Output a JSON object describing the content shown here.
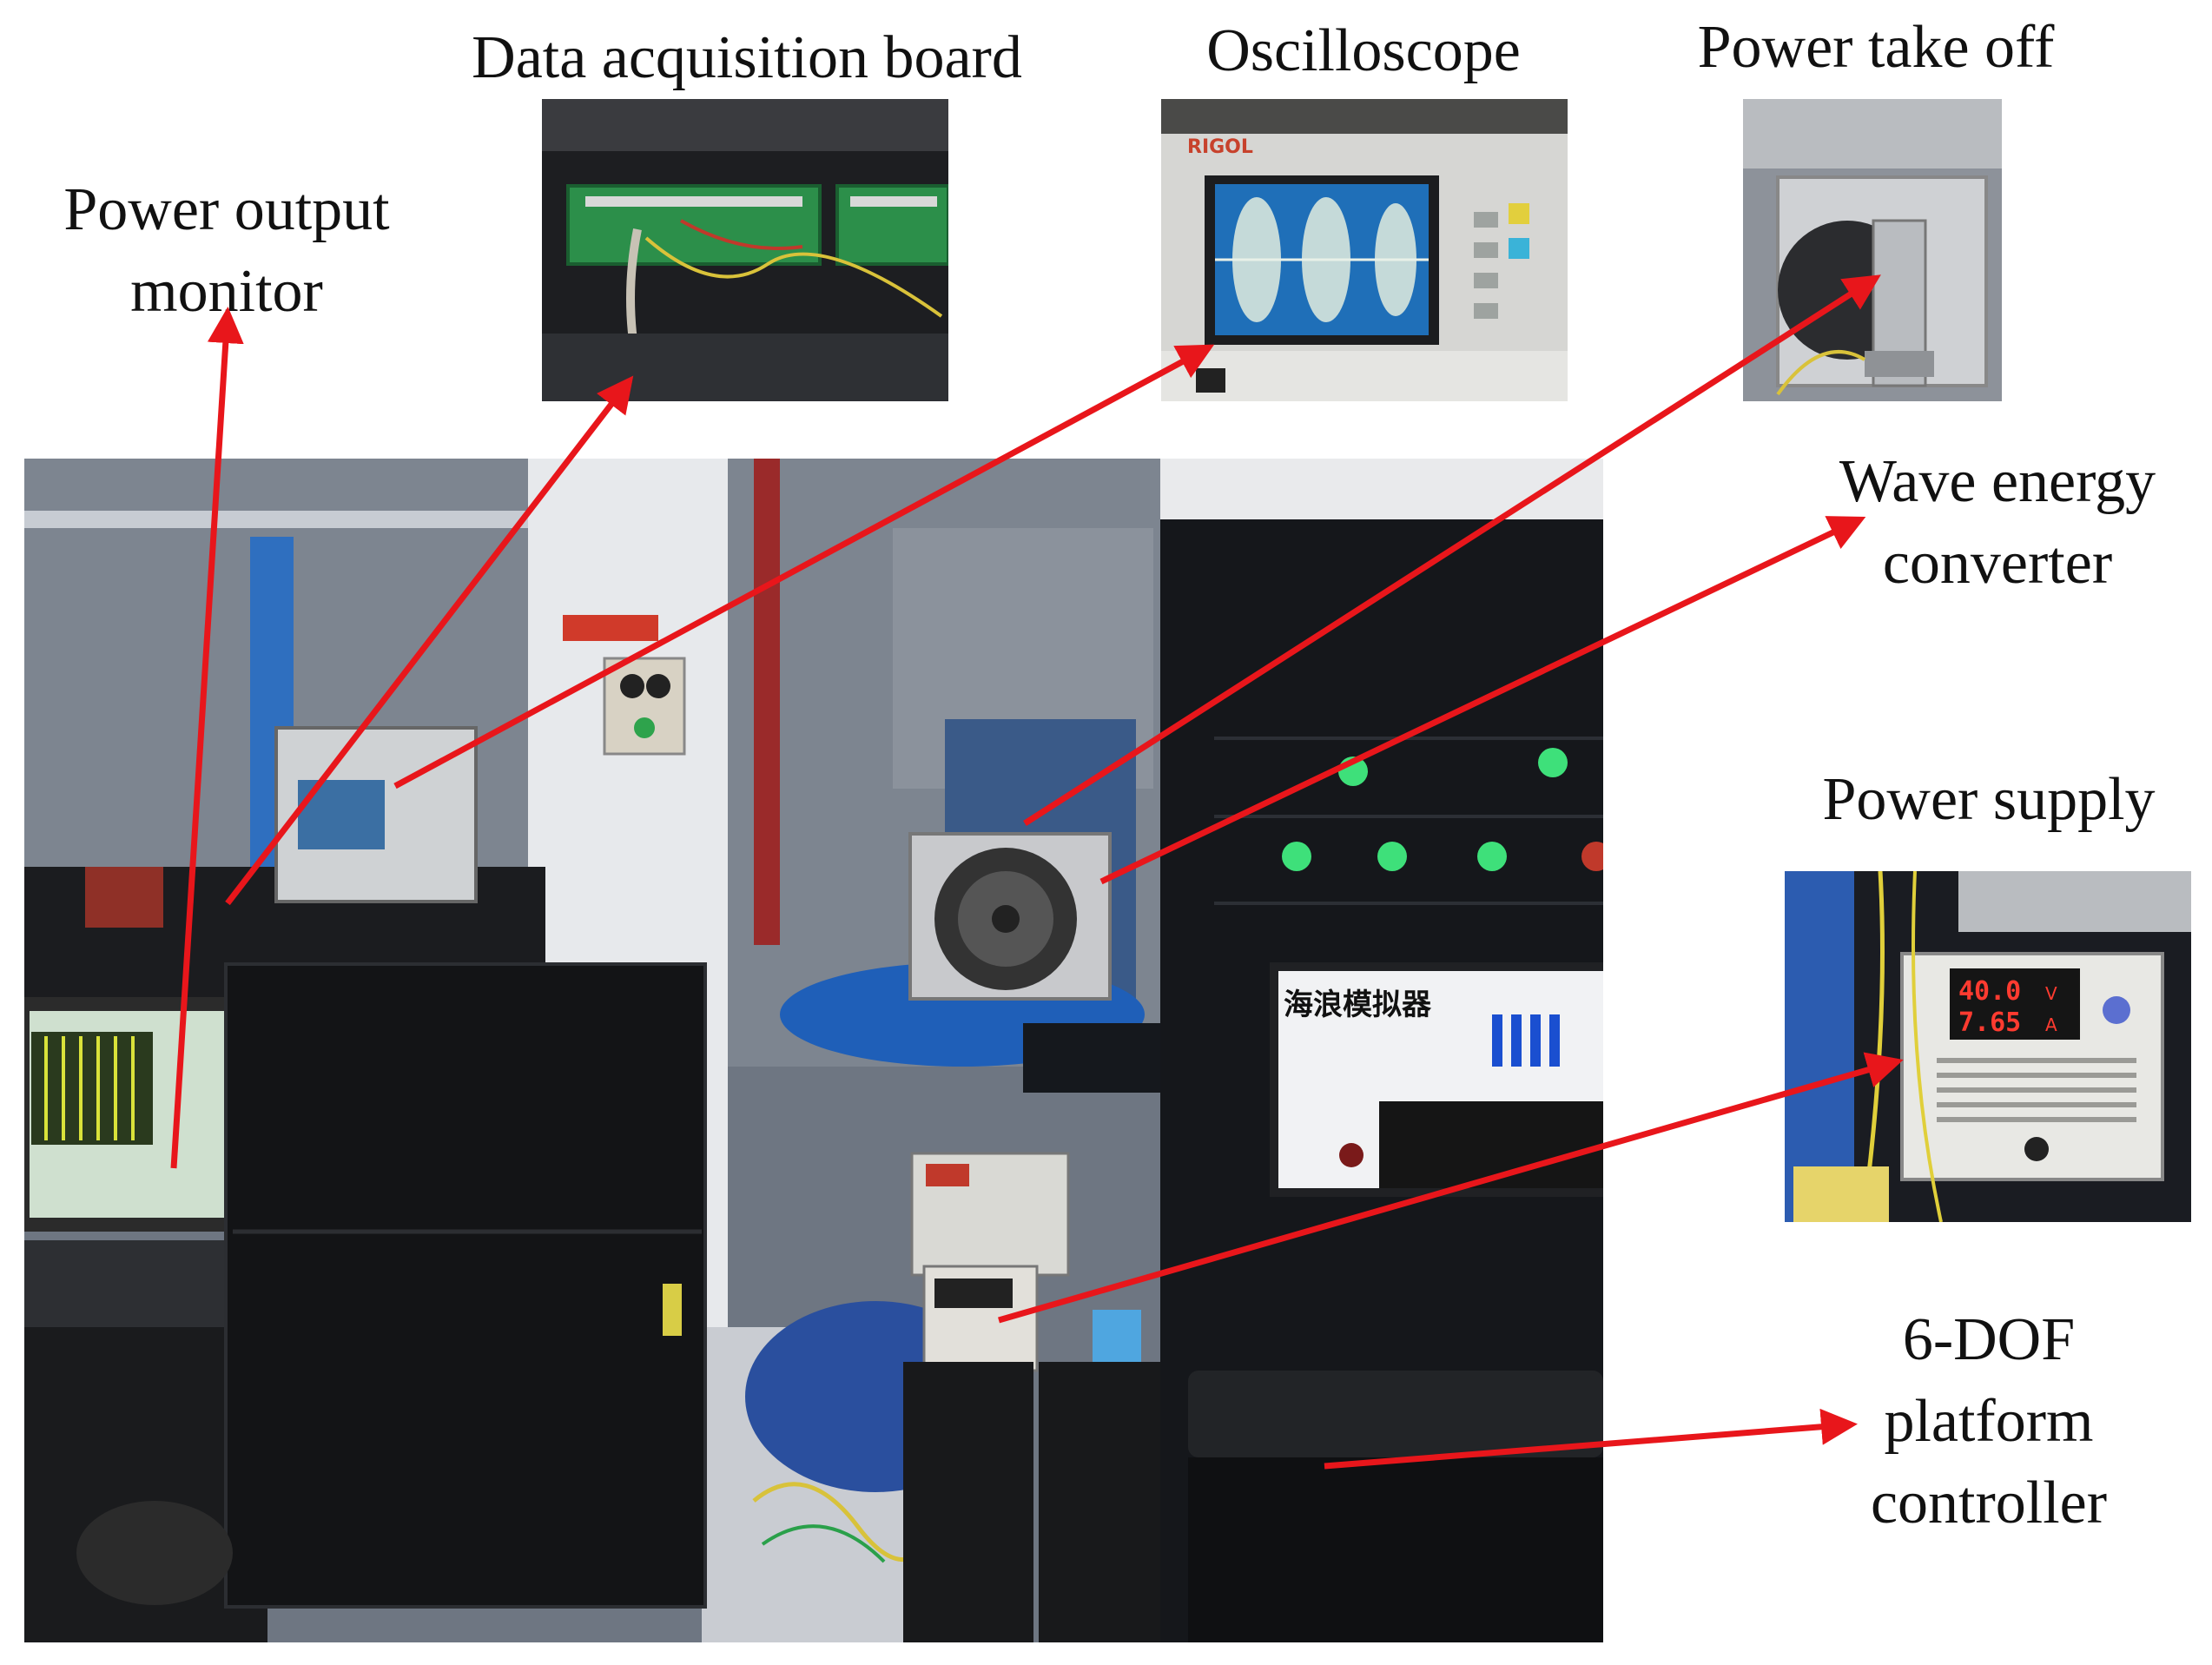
{
  "labels": {
    "power_output_monitor": [
      "Power output",
      "monitor"
    ],
    "data_acquisition_board": "Data acquisition board",
    "oscilloscope": "Oscilloscope",
    "power_take_off": "Power take off",
    "wave_energy_converter": [
      "Wave energy",
      "converter"
    ],
    "power_supply": "Power supply",
    "six_dof_controller": [
      "6-DOF",
      "platform",
      "controller"
    ]
  },
  "equipment_text": {
    "voltage_readout": "40.0",
    "voltage_unit": "V",
    "current_readout": "7.65",
    "current_unit": "A",
    "oscilloscope_brand": "RIGOL",
    "software_title": "海浪模拟器"
  },
  "colors": {
    "arrow": "#e8161b",
    "rack": "#14161a",
    "panel_green": "#3ee07a",
    "floor": "#c9ccd2"
  }
}
